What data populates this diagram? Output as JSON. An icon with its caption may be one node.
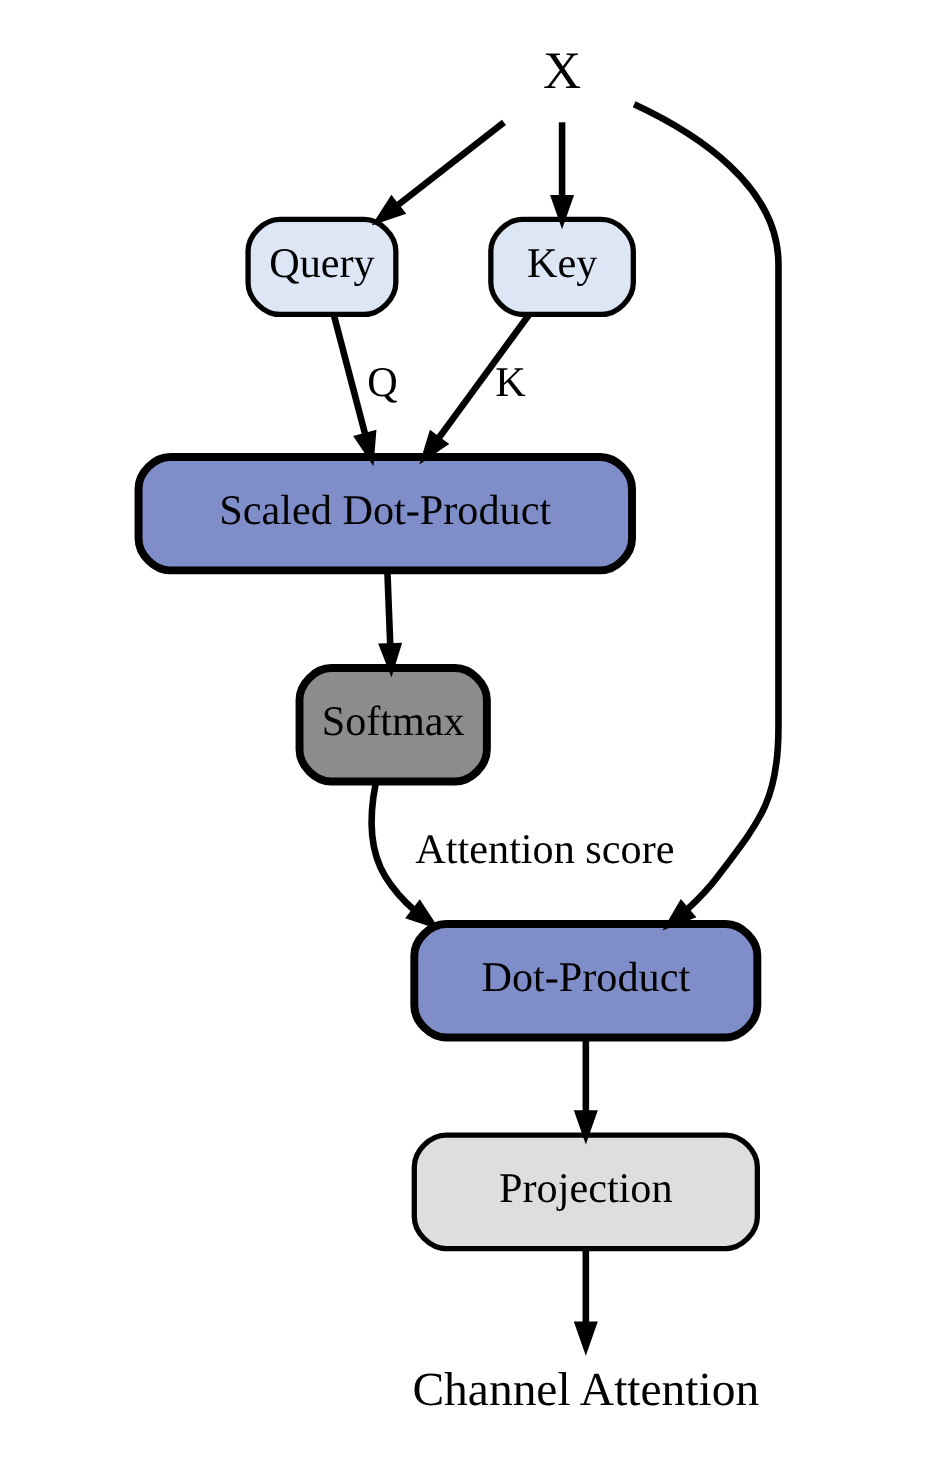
{
  "diagram": {
    "nodes": [
      {
        "text": [
          "X"
        ]
      },
      {
        "text": [
          "Query"
        ]
      },
      {
        "text": [
          "Key"
        ]
      },
      {
        "text": [
          "Scaled Dot-Product"
        ]
      },
      {
        "text": [
          "Softmax"
        ]
      },
      {
        "text": [
          "Dot-Product"
        ]
      },
      {
        "text": [
          "Projection"
        ]
      },
      {
        "text": [
          "Channel Attention"
        ]
      }
    ],
    "edges": [
      {
        "from": 0,
        "to": 1,
        "arrow": "to"
      },
      {
        "from": 0,
        "to": 2,
        "arrow": "to"
      },
      {
        "from": 0,
        "to": 5,
        "arrow": "to"
      },
      {
        "from": 1,
        "to": 3,
        "arrow": "to",
        "label": "Q"
      },
      {
        "from": 2,
        "to": 3,
        "arrow": "to",
        "label": "K"
      },
      {
        "from": 3,
        "to": 4,
        "arrow": "to"
      },
      {
        "from": 4,
        "to": 5,
        "arrow": "to",
        "label": "Attention score"
      },
      {
        "from": 5,
        "to": 6,
        "arrow": "to"
      },
      {
        "from": 6,
        "to": 7,
        "arrow": "to"
      }
    ]
  }
}
